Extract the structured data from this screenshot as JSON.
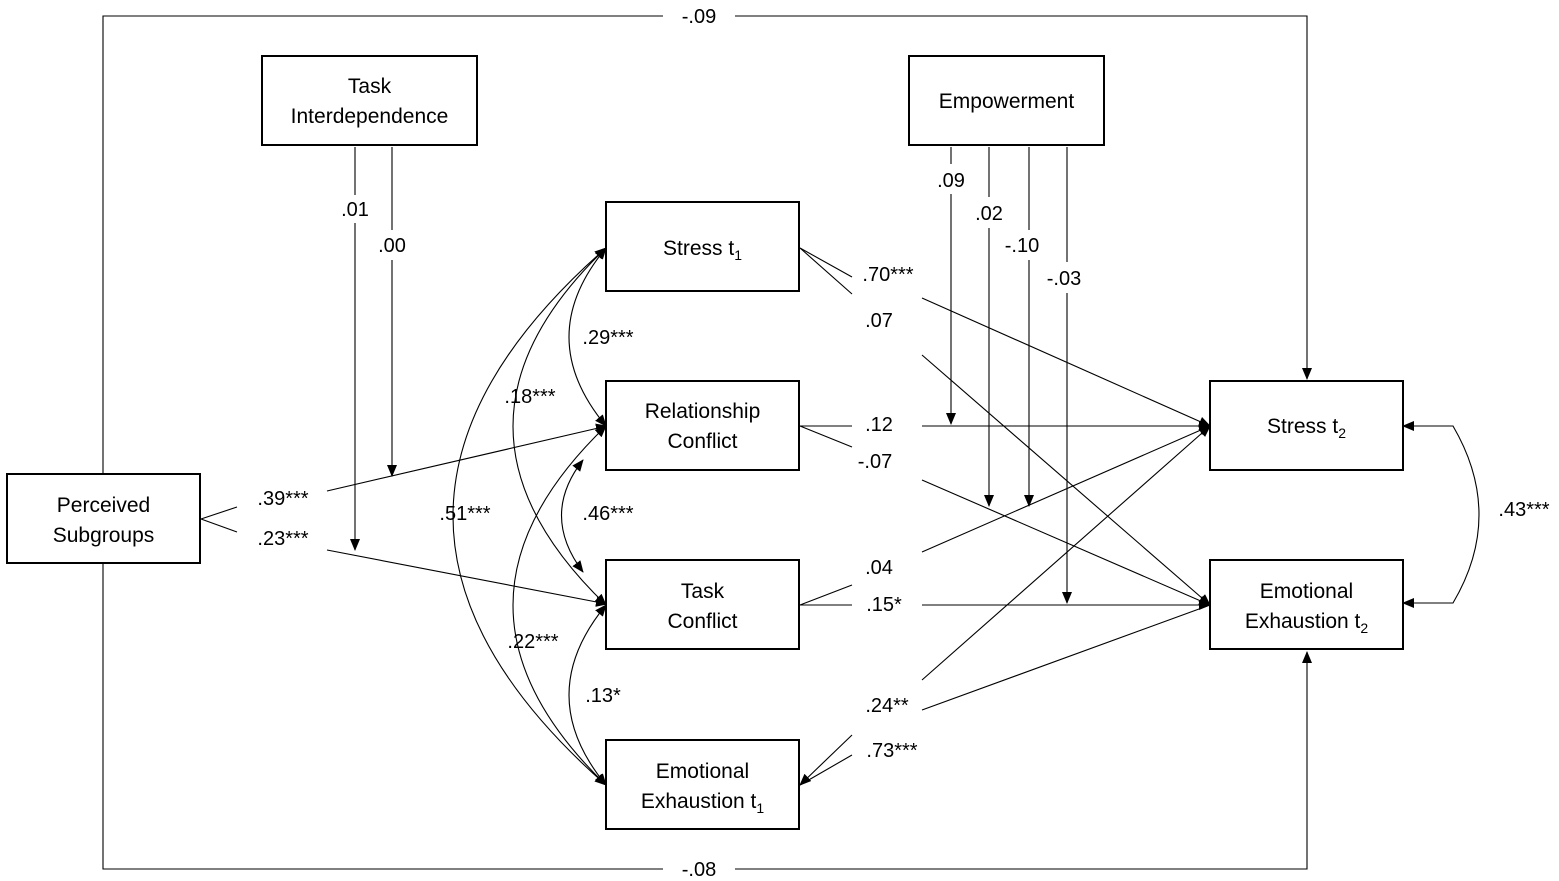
{
  "nodes": {
    "task_interdependence": {
      "lines": [
        "Task",
        "Interdependence"
      ]
    },
    "empowerment": {
      "lines": [
        "Empowerment"
      ]
    },
    "perceived_subgroups": {
      "lines": [
        "Perceived",
        "Subgroups"
      ]
    },
    "stress_t1": {
      "label": "Stress t",
      "subscript": "1"
    },
    "relationship_conflict": {
      "lines": [
        "Relationship",
        "Conflict"
      ]
    },
    "task_conflict": {
      "lines": [
        "Task",
        "Conflict"
      ]
    },
    "emotional_exhaustion_t1": {
      "line1": "Emotional",
      "line2": "Exhaustion t",
      "subscript": "1"
    },
    "stress_t2": {
      "label": "Stress t",
      "subscript": "2"
    },
    "emotional_exhaustion_t2": {
      "line1": "Emotional",
      "line2": "Exhaustion t",
      "subscript": "2"
    }
  },
  "coefficients": {
    "ps_to_stress_t2": "-.09",
    "ps_to_ee_t2": "-.08",
    "ti_mod_task_conflict": ".01",
    "ti_mod_relationship_conflict": ".00",
    "emp_mod_rc_stress": ".09",
    "emp_mod_rc_ee": ".02",
    "emp_mod_tc_stress": "-.10",
    "emp_mod_tc_ee": "-.03",
    "ps_to_relationship_conflict": ".39***",
    "ps_to_task_conflict": ".23***",
    "stress1_stress2": ".70***",
    "stress1_ee2": ".07",
    "rc_stress2": ".12",
    "rc_ee2": "-.07",
    "tc_stress2": ".04",
    "tc_ee2": ".15*",
    "ee1_stress2": ".24**",
    "ee1_ee2": ".73***",
    "cov_stress1_rc": ".29***",
    "cov_stress1_tc": ".18***",
    "cov_stress1_ee1": ".51***",
    "cov_rc_tc": ".46***",
    "cov_rc_ee1": ".22***",
    "cov_tc_ee1": ".13*",
    "cov_stress2_ee2": ".43***"
  }
}
